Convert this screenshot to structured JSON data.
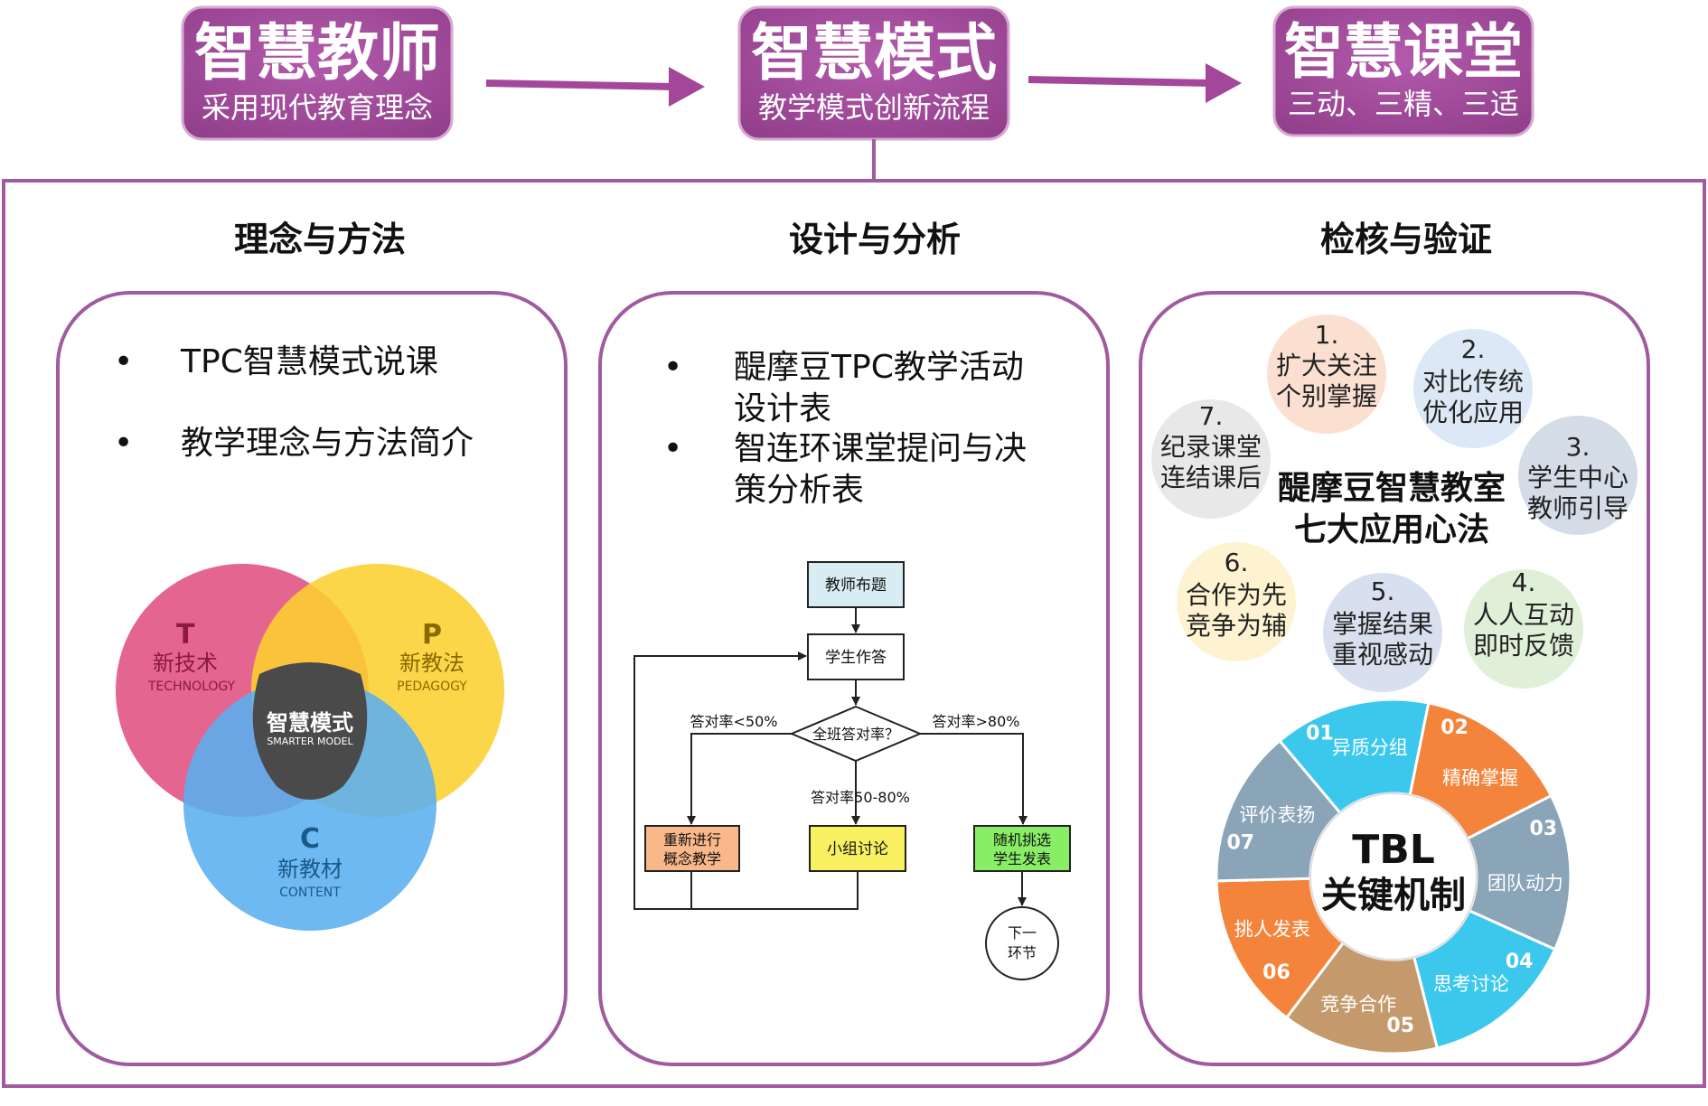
{
  "header": {
    "boxes": [
      {
        "title": "智慧教师",
        "subtitle": "采用现代教育理念"
      },
      {
        "title": "智慧模式",
        "subtitle": "教学模式创新流程"
      },
      {
        "title": "智慧课堂",
        "subtitle": "三动、三精、三适"
      }
    ]
  },
  "sections": [
    {
      "heading": "理念与方法",
      "bullets": [
        [
          "TPC智慧模式说课"
        ],
        [
          "教学理念与方法简介"
        ]
      ]
    },
    {
      "heading": "设计与分析",
      "bullets": [
        [
          "醍摩豆TPC教学活动",
          "设计表"
        ],
        [
          "智连环课堂提问与决",
          "策分析表"
        ]
      ]
    },
    {
      "heading": "检核与验证",
      "bullets": []
    }
  ],
  "venn": {
    "t": {
      "letter": "T",
      "label": "新技术",
      "sub": "TECHNOLOGY",
      "color": "#e0507f"
    },
    "p": {
      "letter": "P",
      "label": "新教法",
      "sub": "PEDAGOGY",
      "color": "#fcd030"
    },
    "c": {
      "letter": "C",
      "label": "新教材",
      "sub": "CONTENT",
      "color": "#5aaff0"
    },
    "center": {
      "label": "智慧模式",
      "sub": "SMARTER MODEL"
    }
  },
  "flowchart": {
    "start": "教师布题",
    "answer": "学生作答",
    "decision": "全班答对率？",
    "left_label": "答对率<50%",
    "mid_label": "答对率50-80%",
    "right_label": "答对率>80%",
    "reteach": [
      "重新进行",
      "概念教学"
    ],
    "group": "小组讨论",
    "random": [
      "随机挑选",
      "学生发表"
    ],
    "next": [
      "下一",
      "环节"
    ]
  },
  "seven_methods": {
    "title_lines": [
      "醍摩豆智慧教室",
      "七大应用心法"
    ],
    "items": [
      {
        "num": "1.",
        "lines": [
          "扩大关注",
          "个别掌握"
        ],
        "color": "#fbe0d2"
      },
      {
        "num": "2.",
        "lines": [
          "对比传统",
          "优化应用"
        ],
        "color": "#dce8f5"
      },
      {
        "num": "3.",
        "lines": [
          "学生中心",
          "教师引导"
        ],
        "color": "#d4dce8"
      },
      {
        "num": "4.",
        "lines": [
          "人人互动",
          "即时反馈"
        ],
        "color": "#e0f0d8"
      },
      {
        "num": "5.",
        "lines": [
          "掌握结果",
          "重视感动"
        ],
        "color": "#d8e0f0"
      },
      {
        "num": "6.",
        "lines": [
          "合作为先",
          "竞争为辅"
        ],
        "color": "#fdf3d0"
      },
      {
        "num": "7.",
        "lines": [
          "纪录课堂",
          "连结课后"
        ],
        "color": "#e8e8e8"
      }
    ]
  },
  "tbl": {
    "center_lines": [
      "TBL",
      "关键机制"
    ],
    "segments": [
      {
        "num": "01",
        "label": "异质分组",
        "color": "#3cc8ec"
      },
      {
        "num": "02",
        "label": "精确掌握",
        "color": "#f4843c"
      },
      {
        "num": "03",
        "label": "团队动力",
        "color": "#8aa4b8"
      },
      {
        "num": "04",
        "label": "思考讨论",
        "color": "#3cc8ec"
      },
      {
        "num": "05",
        "label": "竞争合作",
        "color": "#c49a6c"
      },
      {
        "num": "06",
        "label": "挑人发表",
        "color": "#f4843c"
      },
      {
        "num": "07",
        "label": "评价表扬",
        "color": "#8aa4b8"
      }
    ]
  },
  "colors": {
    "accent": "#a4479b",
    "frame": "#a05aa0",
    "header_fill": "#a4509e"
  }
}
